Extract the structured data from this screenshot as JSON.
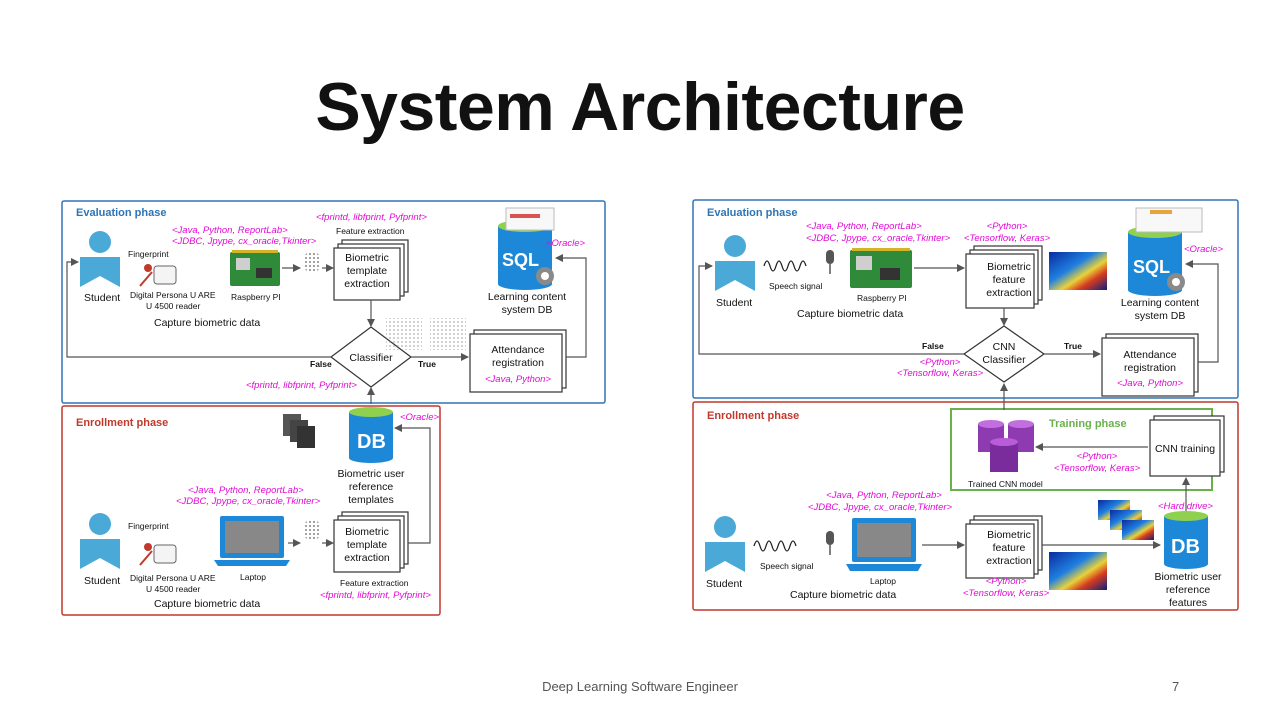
{
  "slide": {
    "title": "System Architecture",
    "footer": "Deep Learning Software Engineer",
    "page_number": "7"
  },
  "colors": {
    "evaluation": "#2e75b6",
    "enrollment": "#c0392b",
    "training": "#6ab04c",
    "tech_note": "#e20bd6",
    "person": "#4aa9d6"
  },
  "left": {
    "evaluation_phase": "Evaluation phase",
    "enrollment_phase": "Enrollment phase",
    "eval": {
      "fingerprint": "Fingerprint",
      "student": "Student",
      "reader_1": "Digital Persona U ARE",
      "reader_2": "U 4500 reader",
      "raspberry": "Raspberry PI",
      "capture": "Capture biometric data",
      "tech_pi_1": "<Java, Python, ReportLab>",
      "tech_pi_2": "<JDBC, Jpype, cx_oracle,Tkinter>",
      "tech_feat": "<fprintd, libfprint, Pyfprint>",
      "feature_extraction": "Feature extraction",
      "template_1": "Biometric",
      "template_2": "template",
      "template_3": "extraction",
      "sql": "SQL",
      "oracle": "<Oracle>",
      "lcs_1": "Learning content",
      "lcs_2": "system DB",
      "classifier": "Classifier",
      "false": "False",
      "true": "True",
      "att_1": "Attendance",
      "att_2": "registration",
      "tech_att": "<Java, Python>",
      "tech_cls": "<fprintd, libfprint, Pyfprint>"
    },
    "enroll": {
      "db": "DB",
      "oracle": "<Oracle>",
      "ref_1": "Biometric user",
      "ref_2": "reference",
      "ref_3": "templates",
      "tech_1": "<Java, Python, ReportLab>",
      "tech_2": "<JDBC, Jpype, cx_oracle,Tkinter>",
      "fingerprint": "Fingerprint",
      "student": "Student",
      "reader_1": "Digital Persona U ARE",
      "reader_2": "U 4500 reader",
      "laptop": "Laptop",
      "capture": "Capture biometric data",
      "template_1": "Biometric",
      "template_2": "template",
      "template_3": "extraction",
      "feature_extraction": "Feature extraction",
      "tech_feat": "<fprintd, libfprint, Pyfprint>"
    }
  },
  "right": {
    "evaluation_phase": "Evaluation phase",
    "enrollment_phase": "Enrollment phase",
    "training_phase": "Training phase",
    "eval": {
      "student": "Student",
      "speech": "Speech signal",
      "raspberry": "Raspberry PI",
      "capture": "Capture biometric data",
      "tech_pi_1": "<Java, Python, ReportLab>",
      "tech_pi_2": "<JDBC, Jpype, cx_oracle,Tkinter>",
      "tech_feat_1": "<Python>",
      "tech_feat_2": "<Tensorflow, Keras>",
      "feat_1": "Biometric",
      "feat_2": "feature",
      "feat_3": "extraction",
      "sql": "SQL",
      "oracle": "<Oracle>",
      "lcs_1": "Learning content",
      "lcs_2": "system DB",
      "cnn_1": "CNN",
      "cnn_2": "Classifier",
      "false": "False",
      "true": "True",
      "tech_cls_1": "<Python>",
      "tech_cls_2": "<Tensorflow, Keras>",
      "att_1": "Attendance",
      "att_2": "registration",
      "tech_att": "<Java, Python>"
    },
    "training": {
      "model": "Trained CNN model",
      "tech_1": "<Python>",
      "tech_2": "<Tensorflow, Keras>",
      "cnn_training": "CNN training"
    },
    "enroll": {
      "tech_1": "<Java, Python, ReportLab>",
      "tech_2": "<JDBC, Jpype, cx_oracle,Tkinter>",
      "student": "Student",
      "speech": "Speech signal",
      "laptop": "Laptop",
      "capture": "Capture biometric data",
      "feat_1": "Biometric",
      "feat_2": "feature",
      "feat_3": "extraction",
      "tech_feat_1": "<Python>",
      "tech_feat_2": "<Tensorflow, Keras>",
      "hard_drive": "<Hard drive>",
      "db": "DB",
      "ref_1": "Biometric user",
      "ref_2": "reference",
      "ref_3": "features"
    }
  }
}
